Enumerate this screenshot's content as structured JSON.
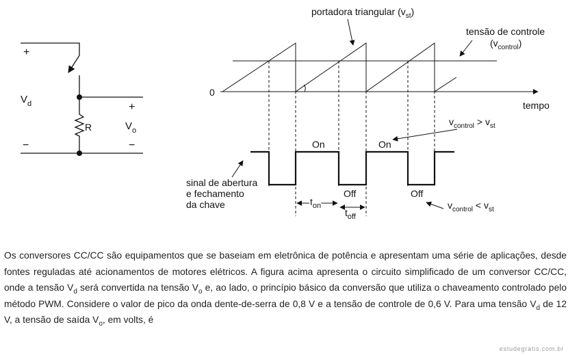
{
  "circuit": {
    "plus_source": "+",
    "minus_source": "−",
    "vd_main": "V",
    "vd_sub": "d",
    "resistor": "R",
    "vo_main": "V",
    "vo_sub": "o",
    "plus_out": "+",
    "minus_out": "−"
  },
  "waveform": {
    "carrier_label": "portadora triangular (v",
    "carrier_sub": "st",
    "carrier_close": ")",
    "control_label_line1": "tensão de controle",
    "control_label_open": "(v",
    "control_label_sub": "control",
    "control_label_close": ")",
    "zero_label": "0",
    "time_label": "tempo",
    "cmp_gt_v": "v",
    "cmp_gt_sub": "control",
    "cmp_gt_rest": " > v",
    "cmp_gt_sub2": "st",
    "cmp_lt_v": "v",
    "cmp_lt_sub": "control",
    "cmp_lt_rest": " < v",
    "cmp_lt_sub2": "st",
    "on_label_1": "On",
    "on_label_2": "On",
    "off_label_1": "Off",
    "off_label_2": "Off",
    "switch_label_1": "sinal de abertura",
    "switch_label_2": "e fechamento",
    "switch_label_3": "da chave",
    "ton_main": "t",
    "ton_sub": "on",
    "toff_main": "t",
    "toff_sub": "off"
  },
  "question": {
    "p1": "Os conversores CC/CC são equipamentos que se baseiam em eletrônica de potência e apresentam uma série de aplicações, desde fontes reguladas até acionamentos de motores elétricos. A figura acima apresenta o circuito simplificado de um conversor CC/CC, onde a tensão V",
    "p1_sub": "d",
    "p2": " será convertida na tensão V",
    "p2_sub": "o",
    "p3": " e, ao lado, o princípio básico da conversão que utiliza o chaveamento controlado pelo método PWM. Considere o valor de pico da onda dente-de-serra de 0,8 V e a tensão de controle de 0,6 V. Para uma tensão V",
    "p3_sub": "d",
    "p4": " de 12 V, a tensão de saída V",
    "p4_sub": "o",
    "p5": ", em volts, é"
  },
  "watermark": "estudegratis.com.br"
}
